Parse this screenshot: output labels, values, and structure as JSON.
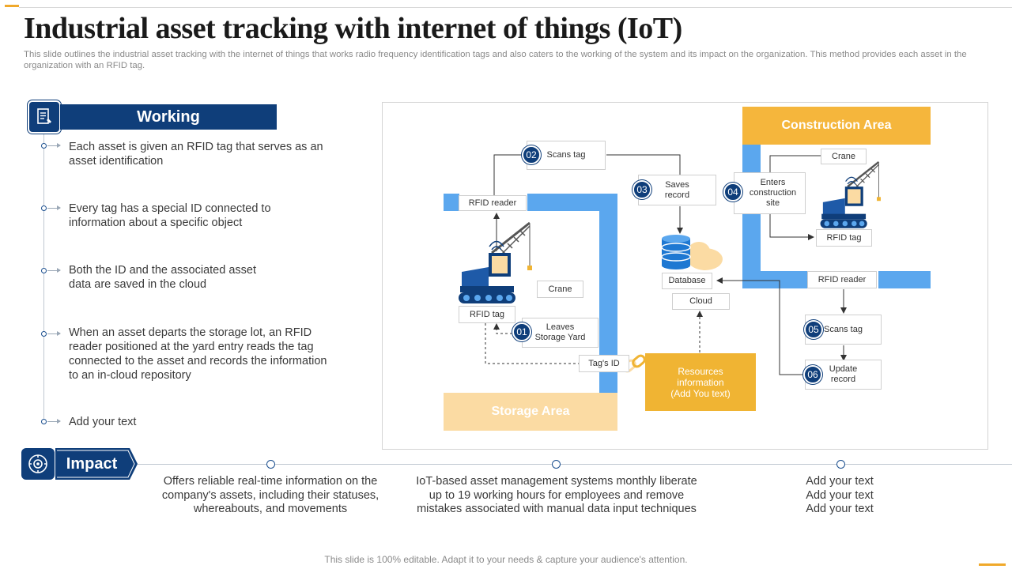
{
  "header": {
    "title": "Industrial asset tracking with internet of things (IoT)",
    "subtitle": "This slide outlines the industrial asset tracking with the internet of things that works radio frequency identification tags and also caters to the working of the system and its impact on the organization. This method provides each asset in the organization with an RFID tag."
  },
  "working": {
    "title": "Working",
    "items": [
      "Each asset is given an RFID tag that serves as an asset identification",
      "Every tag has a special ID connected to information about a specific object",
      "Both the ID and the associated asset data are saved in the cloud",
      "When an asset departs the storage lot, an RFID reader positioned at the yard entry reads the tag connected to the asset and records the information to an in-cloud repository",
      "Add your text"
    ]
  },
  "impact": {
    "title": "Impact",
    "items": [
      "Offers reliable real-time information on the company's assets, including their statuses, whereabouts, and movements",
      "IoT-based asset management systems monthly liberate up to 19 working hours for employees and remove mistakes associated with manual data input techniques",
      "Add your text\nAdd your text\nAdd your text"
    ]
  },
  "diagram": {
    "construction_area": "Construction Area",
    "storage_area": "Storage Area",
    "steps": {
      "s01": {
        "num": "01",
        "label": "Leaves\nStorage Yard"
      },
      "s02": {
        "num": "02",
        "label": "Scans tag"
      },
      "s03": {
        "num": "03",
        "label": "Saves\nrecord"
      },
      "s04": {
        "num": "04",
        "label": "Enters\nconstruction\nsite"
      },
      "s05": {
        "num": "05",
        "label": "Scans tag"
      },
      "s06": {
        "num": "06",
        "label": "Update\nrecord"
      }
    },
    "labels": {
      "rfid_reader_left": "RFID  reader",
      "rfid_tag_left": "RFID  tag",
      "crane_left": "Crane",
      "tags_id": "Tag's ID",
      "database": "Database",
      "cloud": "Cloud",
      "resources": "Resources\ninformation\n(Add You text)",
      "crane_right": "Crane",
      "rfid_tag_right": "RFID  tag",
      "rfid_reader_right": "RFID  reader"
    }
  },
  "footer": "This slide is 100% editable. Adapt it to your needs & capture your audience's attention.",
  "colors": {
    "navy": "#0f3e7a",
    "blue": "#5ba7ee",
    "orange": "#f5b63c",
    "sand": "#fbdba3",
    "gold": "#f0b433"
  }
}
